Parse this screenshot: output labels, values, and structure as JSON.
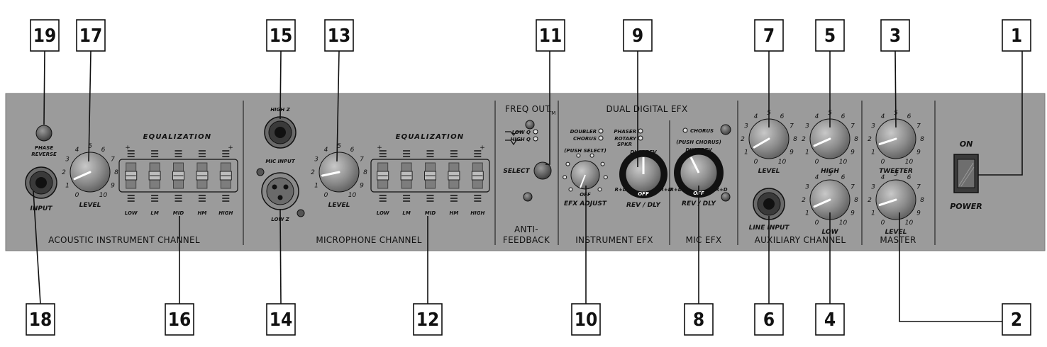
{
  "section_labels": {
    "acoustic": "ACOUSTIC INSTRUMENT CHANNEL",
    "microphone": "MICROPHONE CHANNEL",
    "anti_feedback_1": "ANTI-",
    "anti_feedback_2": "FEEDBACK",
    "instrument_efx": "INSTRUMENT EFX",
    "mic_efx": "MIC EFX",
    "auxiliary": "AUXILIARY CHANNEL",
    "master": "MASTER",
    "dual_digital_efx": "DUAL DIGITAL EFX",
    "freq_out": "FREQ OUT",
    "freq_out_tm": "TM"
  },
  "control_labels": {
    "phase_reverse_1": "PHASE",
    "phase_reverse_2": "REVERSE",
    "input": "INPUT",
    "level": "LEVEL",
    "equalization": "EQUALIZATION",
    "eq_bands": [
      "LOW",
      "LM",
      "MID",
      "HM",
      "HIGH"
    ],
    "high_z": "HIGH Z",
    "mic_input": "MIC INPUT",
    "low_z": "LOW Z",
    "low_q": "LOW Q",
    "high_q": "HIGH Q",
    "select": "SELECT",
    "doubler": "DOUBLER",
    "chorus": "CHORUS",
    "phaser": "PHASER",
    "rotary_1": "ROTARY",
    "rotary_2": "SPKR",
    "push_select": "(PUSH SELECT)",
    "push_chorus": "(PUSH CHORUS)",
    "off": "OFF",
    "efx_adjust": "EFX ADJUST",
    "rev_dly": "REV / DLY",
    "dly_rev": "DLY / REV",
    "r_to_d": "R+D",
    "r_to_d_b": "R+D",
    "high": "HIGH",
    "low": "LOW",
    "tweeter": "TWEETER",
    "line_input": "LINE INPUT",
    "on": "ON",
    "power": "POWER",
    "plus": "+",
    "minus": "–",
    "scale": [
      "0",
      "1",
      "2",
      "3",
      "4",
      "5",
      "6",
      "7",
      "8",
      "9",
      "10"
    ]
  },
  "callouts": [
    {
      "id": "19",
      "label": "19"
    },
    {
      "id": "17",
      "label": "17"
    },
    {
      "id": "15",
      "label": "15"
    },
    {
      "id": "13",
      "label": "13"
    },
    {
      "id": "11",
      "label": "11"
    },
    {
      "id": "9",
      "label": "9"
    },
    {
      "id": "7",
      "label": "7"
    },
    {
      "id": "5",
      "label": "5"
    },
    {
      "id": "3",
      "label": "3"
    },
    {
      "id": "1",
      "label": "1"
    },
    {
      "id": "18",
      "label": "18"
    },
    {
      "id": "16",
      "label": "16"
    },
    {
      "id": "14",
      "label": "14"
    },
    {
      "id": "12",
      "label": "12"
    },
    {
      "id": "10",
      "label": "10"
    },
    {
      "id": "8",
      "label": "8"
    },
    {
      "id": "6",
      "label": "6"
    },
    {
      "id": "4",
      "label": "4"
    },
    {
      "id": "2",
      "label": "2"
    }
  ],
  "colors": {
    "panel": "#9b9b9b",
    "panel_border": "#7a7a7a",
    "knob": "#8a8a8a",
    "line": "#111111"
  }
}
